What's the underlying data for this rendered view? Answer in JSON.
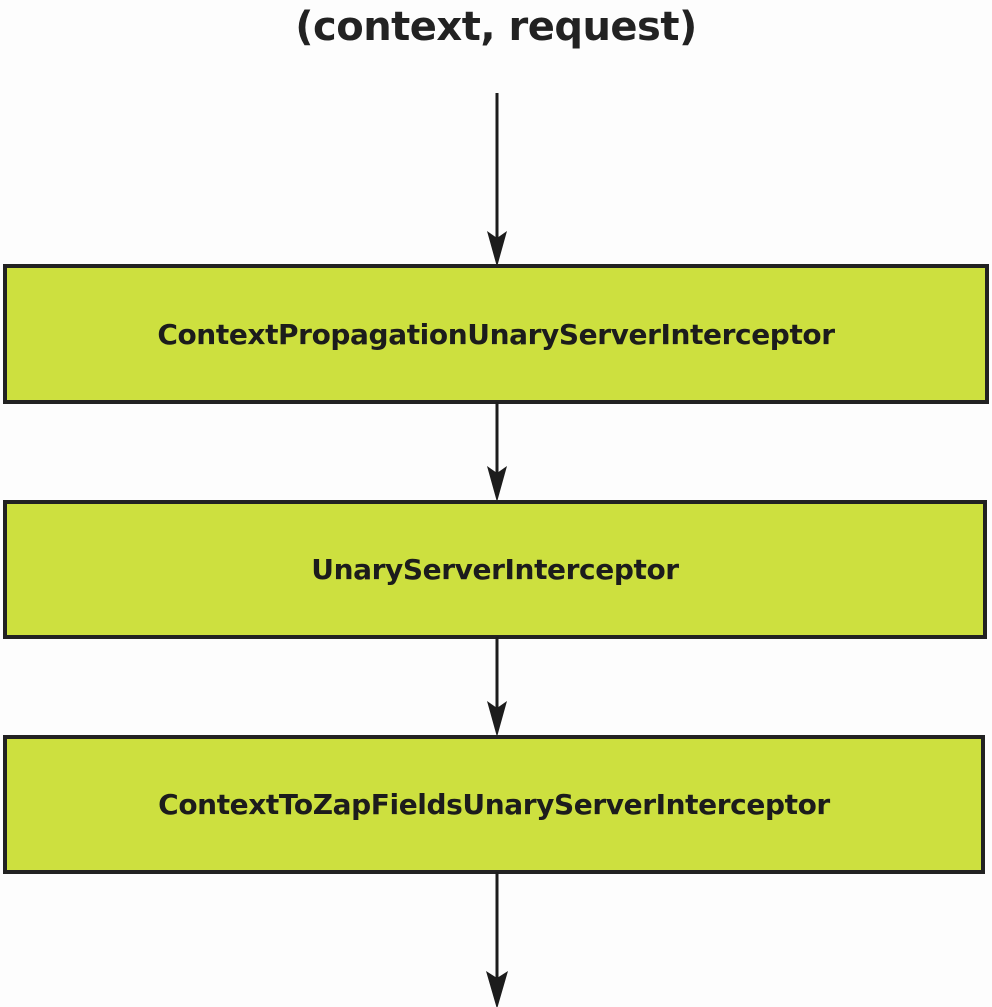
{
  "diagram": {
    "type": "flowchart",
    "orientation": "top-to-bottom",
    "title": "(context, request)",
    "background_color": "#fdfdfd",
    "node_fill_color": "#cde03f",
    "node_border_color": "#222222",
    "text_color": "#1c1c1c",
    "arrow_color": "#1c1c1c",
    "nodes": [
      {
        "id": "context-propagation",
        "label": "ContextPropagationUnaryServerInterceptor"
      },
      {
        "id": "unary-server",
        "label": "UnaryServerInterceptor"
      },
      {
        "id": "context-to-zap",
        "label": "ContextToZapFieldsUnaryServerInterceptor"
      }
    ],
    "edges": [
      {
        "id": "entry",
        "from": "(context, request)",
        "to": "context-propagation"
      },
      {
        "id": "1-to-2",
        "from": "context-propagation",
        "to": "unary-server"
      },
      {
        "id": "2-to-3",
        "from": "unary-server",
        "to": "context-to-zap"
      },
      {
        "id": "exit",
        "from": "context-to-zap",
        "to": ""
      }
    ]
  }
}
